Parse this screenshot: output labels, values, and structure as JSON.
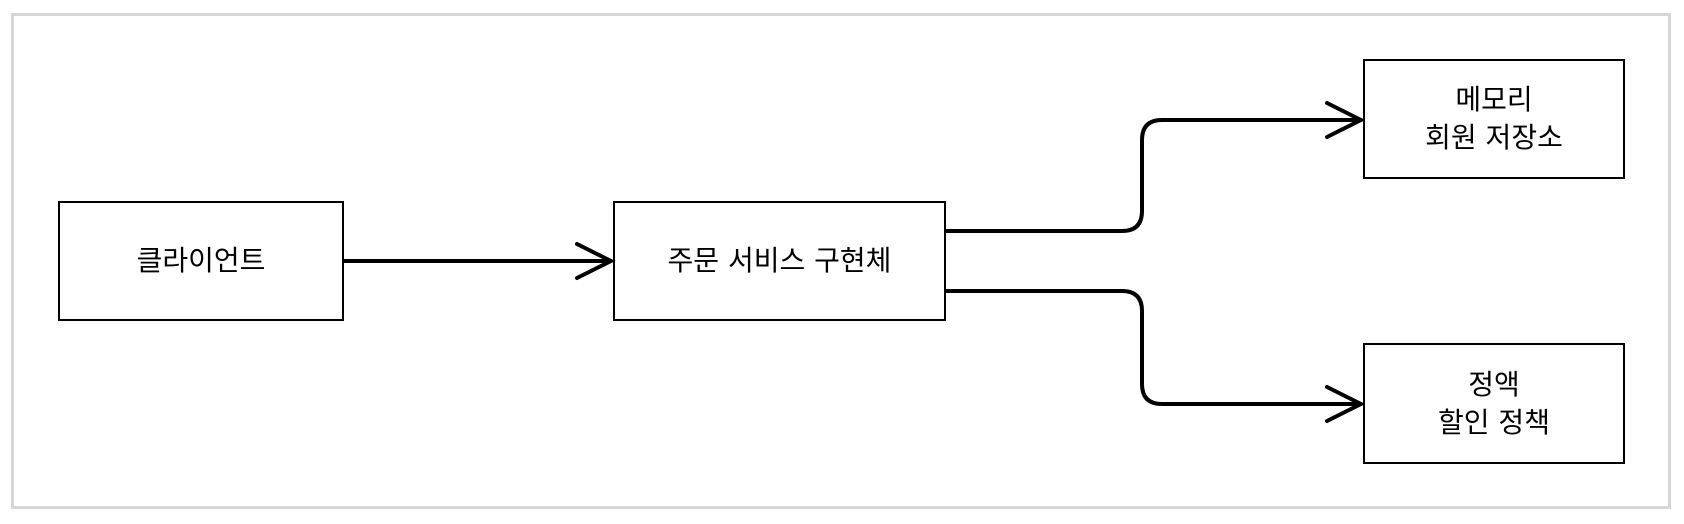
{
  "nodes": {
    "client": {
      "label": "클라이언트"
    },
    "service": {
      "label": "주문 서비스 구현체"
    },
    "memory": {
      "label": "메모리\n회원 저장소"
    },
    "discount": {
      "label": "정액\n할인 정책"
    }
  },
  "edges": [
    {
      "from": "client",
      "to": "service"
    },
    {
      "from": "service",
      "to": "memory"
    },
    {
      "from": "service",
      "to": "discount"
    }
  ],
  "colors": {
    "stroke": "#000000",
    "frame": "#d6d6d6",
    "background": "#ffffff"
  }
}
